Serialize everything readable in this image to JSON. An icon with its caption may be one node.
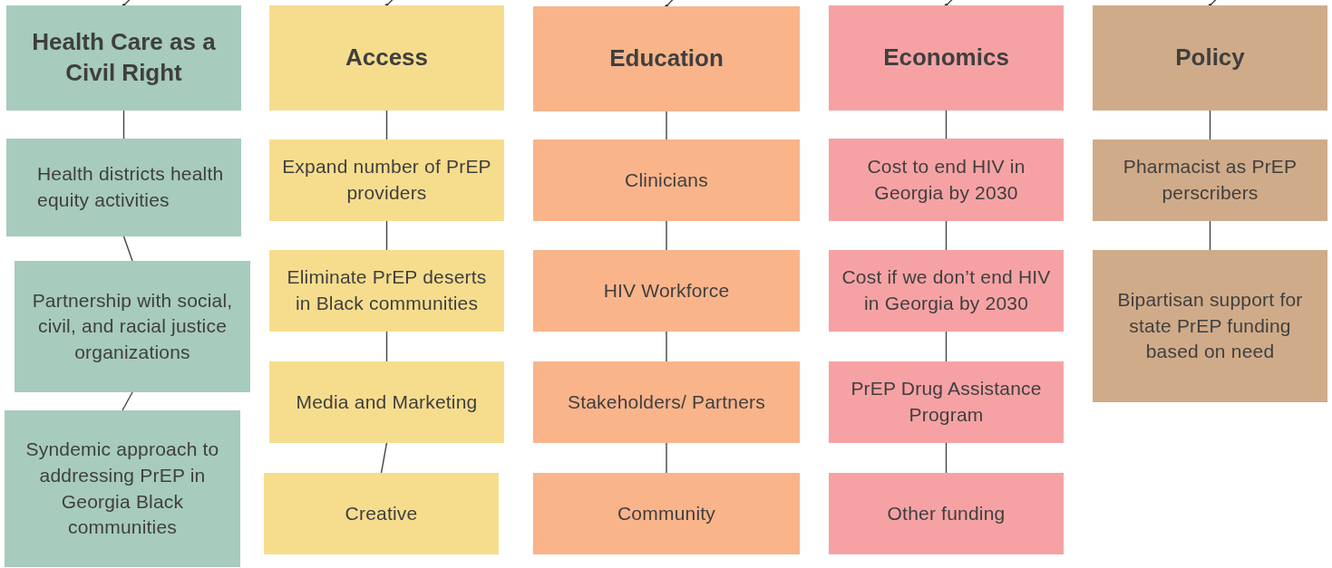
{
  "diagram": {
    "nodes": [
      {
        "text": [
          "Health Care as a Civil Right"
        ]
      },
      {
        "text": [
          "Health districts health equity activities"
        ]
      },
      {
        "text": [
          "Partnership with social, civil, and racial justice organizations"
        ]
      },
      {
        "text": [
          "Syndemic approach to addressing PrEP in Georgia Black communities"
        ]
      },
      {
        "text": [
          "Access"
        ]
      },
      {
        "text": [
          "Expand number of PrEP providers"
        ]
      },
      {
        "text": [
          "Eliminate PrEP deserts in Black communities"
        ]
      },
      {
        "text": [
          "Media and Marketing"
        ]
      },
      {
        "text": [
          "Creative"
        ]
      },
      {
        "text": [
          "Education"
        ]
      },
      {
        "text": [
          "Clinicians"
        ]
      },
      {
        "text": [
          "HIV Workforce"
        ]
      },
      {
        "text": [
          "Stakeholders/ Partners"
        ]
      },
      {
        "text": [
          "Community"
        ]
      },
      {
        "text": [
          "Economics"
        ]
      },
      {
        "text": [
          "Cost to end HIV in Georgia by 2030"
        ]
      },
      {
        "text": [
          "Cost if we don’t end HIV in Georgia by 2030"
        ]
      },
      {
        "text": [
          "PrEP Drug Assistance Program"
        ]
      },
      {
        "text": [
          "Other funding"
        ]
      },
      {
        "text": [
          "Policy"
        ]
      },
      {
        "text": [
          "Pharmacist as PrEP perscribers"
        ]
      },
      {
        "text": [
          "Bipartisan support for state PrEP funding based on need"
        ]
      }
    ],
    "edges": [
      {
        "from": null,
        "to": 0,
        "arrow": "other"
      },
      {
        "from": null,
        "to": 4,
        "arrow": "other"
      },
      {
        "from": null,
        "to": 9,
        "arrow": "other"
      },
      {
        "from": null,
        "to": 14,
        "arrow": "other"
      },
      {
        "from": null,
        "to": 19,
        "arrow": "other"
      },
      {
        "from": 0,
        "to": 1,
        "arrow": "none"
      },
      {
        "from": 1,
        "to": 2,
        "arrow": "none"
      },
      {
        "from": 2,
        "to": 3,
        "arrow": "none"
      },
      {
        "from": 4,
        "to": 5,
        "arrow": "none"
      },
      {
        "from": 5,
        "to": 6,
        "arrow": "none"
      },
      {
        "from": 6,
        "to": 7,
        "arrow": "none"
      },
      {
        "from": 7,
        "to": 8,
        "arrow": "none"
      },
      {
        "from": 9,
        "to": 10,
        "arrow": "none"
      },
      {
        "from": 10,
        "to": 11,
        "arrow": "none"
      },
      {
        "from": 11,
        "to": 12,
        "arrow": "none"
      },
      {
        "from": 12,
        "to": 13,
        "arrow": "none"
      },
      {
        "from": 14,
        "to": 15,
        "arrow": "none"
      },
      {
        "from": 15,
        "to": 16,
        "arrow": "none"
      },
      {
        "from": 16,
        "to": 17,
        "arrow": "none"
      },
      {
        "from": 17,
        "to": 18,
        "arrow": "none"
      },
      {
        "from": 19,
        "to": 20,
        "arrow": "none"
      },
      {
        "from": 20,
        "to": 21,
        "arrow": "none"
      }
    ]
  }
}
